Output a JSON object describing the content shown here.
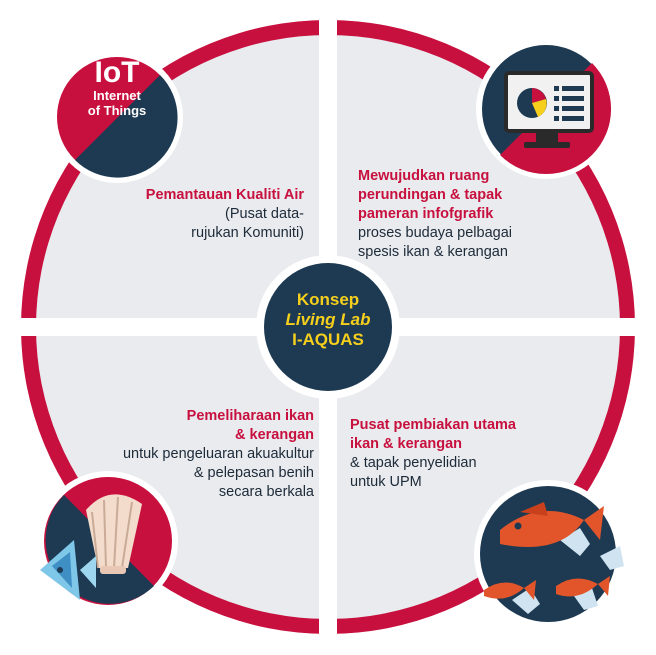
{
  "iot": {
    "acronym": "IoT",
    "line1": "Internet",
    "line2": "of Things"
  },
  "center": {
    "line1": "Konsep",
    "line2": "Living Lab",
    "line3": "I-AQUAS"
  },
  "quadrants": {
    "top_left": {
      "title": "Pemantauan Kualiti Air",
      "body_line1": "(Pusat data-",
      "body_line2": "rujukan Komuniti)"
    },
    "top_right": {
      "title_line1": "Mewujudkan ruang",
      "title_line2": "perundingan & tapak",
      "title_line3": "pameran infofgrafik",
      "body_line1": "proses budaya pelbagai",
      "body_line2": "spesis ikan & kerangan"
    },
    "bottom_left": {
      "title_line1": "Pemeliharaan ikan",
      "title_line2": "& kerangan",
      "body_line1": "untuk pengeluaran akuakultur",
      "body_line2": "& pelepasan benih",
      "body_line3": "secara berkala"
    },
    "bottom_right": {
      "title_line1": "Pusat pembiakan utama",
      "title_line2": "ikan & kerangan",
      "body_line1": "& tapak penyelidian",
      "body_line2": "untuk UPM"
    }
  },
  "colors": {
    "accent_red": "#c8103e",
    "navy": "#1d3a52",
    "quadrant_fill": "#e9ebef",
    "center_text": "#f6cf1c",
    "fish_orange": "#e2552a"
  },
  "icons": [
    "iot-badge",
    "monitor-chart-icon",
    "seashell-fish-icon",
    "fish-school-icon"
  ]
}
